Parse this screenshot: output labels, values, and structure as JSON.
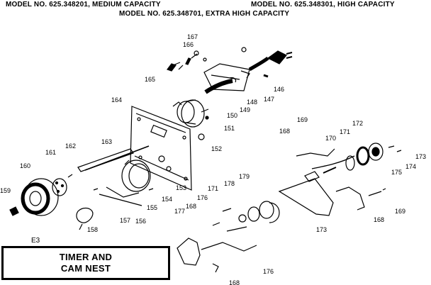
{
  "header": {
    "model_1": "MODEL NO. 625.348201, MEDIUM CAPACITY",
    "model_2": "MODEL NO. 625.348301, HIGH CAPACITY",
    "model_3": "MODEL NO. 625.348701, EXTRA HIGH CAPACITY"
  },
  "figure_code": "E3",
  "title": {
    "line_1": "TIMER AND",
    "line_2": "CAM NEST"
  },
  "part_labels": [
    "167",
    "166",
    "165",
    "146",
    "147",
    "148",
    "149",
    "150",
    "151",
    "164",
    "152",
    "169",
    "172",
    "171",
    "170",
    "168",
    "173",
    "174",
    "175",
    "163",
    "162",
    "161",
    "160",
    "159",
    "153",
    "154",
    "155",
    "156",
    "157",
    "158",
    "179",
    "178",
    "171",
    "176",
    "168",
    "177",
    "173",
    "168",
    "169",
    "176",
    "168"
  ],
  "colors": {
    "ink": "#000000",
    "paper": "#ffffff"
  }
}
